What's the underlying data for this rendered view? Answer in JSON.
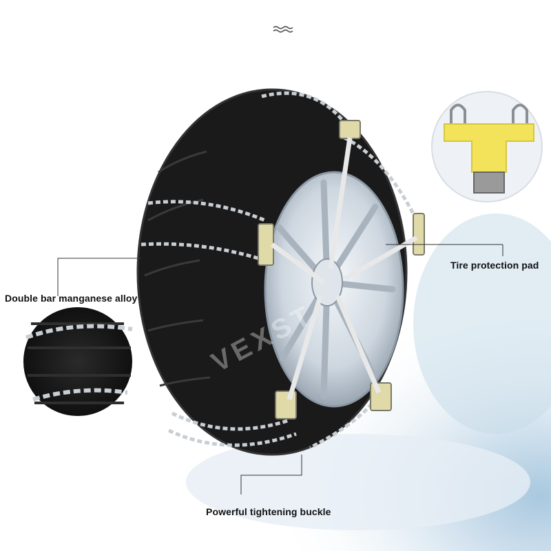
{
  "callouts": {
    "chain_material": "Double bar manganese alloy",
    "protection_pad": "Tire protection pad",
    "tightening_buckle": "Powerful tightening buckle"
  },
  "watermark": "VEXST",
  "icons": {
    "header": "wave-icon"
  },
  "colors": {
    "background": "#ffffff",
    "snow": "#dfeaf3",
    "tire": "#1a1a1a",
    "rim": "#cdd6df",
    "chain": "#c9ced3",
    "pad": "#f2e35a",
    "label_text": "#111111"
  }
}
